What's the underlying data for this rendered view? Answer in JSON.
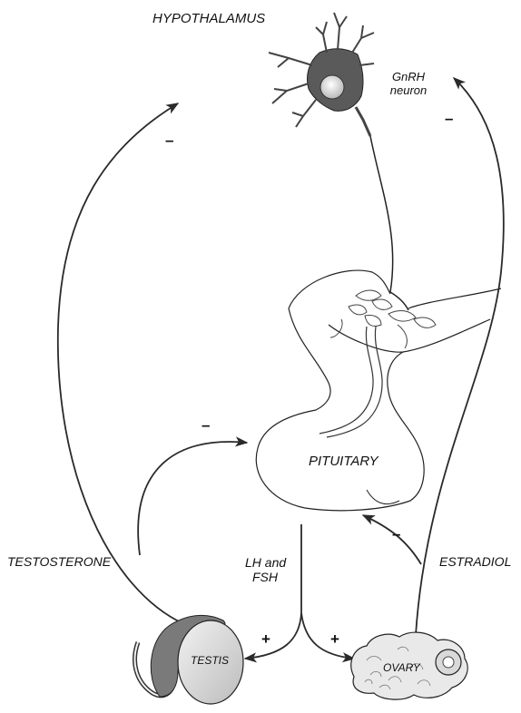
{
  "labels": {
    "hypothalamus": "HYPOTHALAMUS",
    "gnrh_line1": "GnRH",
    "gnrh_line2": "neuron",
    "pituitary": "PITUITARY",
    "testosterone": "TESTOSTERONE",
    "estradiol": "ESTRADIOL",
    "lh_line1": "LH and",
    "lh_line2": "FSH",
    "testis": "TESTIS",
    "ovary": "OVARY"
  },
  "signs": {
    "testosterone_to_hypothalamus": "–",
    "estradiol_to_hypothalamus": "–",
    "testosterone_to_pituitary": "–",
    "estradiol_to_pituitary": "–",
    "lh_fsh_to_testis": "+",
    "lh_fsh_to_ovary": "+"
  }
}
